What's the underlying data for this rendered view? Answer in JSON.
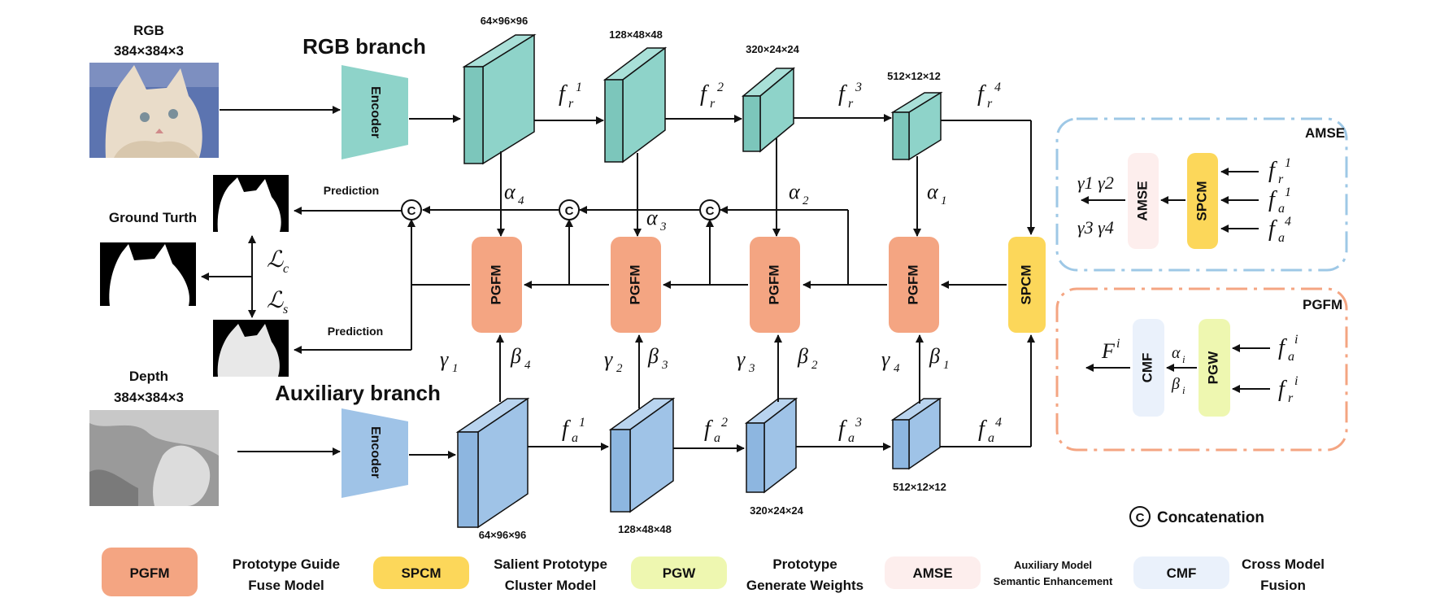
{
  "rgb": {
    "title": "RGB",
    "size": "384×384×3",
    "branch": "RGB branch"
  },
  "depth": {
    "title": "Depth",
    "size": "384×384×3",
    "branch": "Auxiliary branch"
  },
  "encoder": "Encoder",
  "ground_truth": "Ground Turth",
  "prediction": "Prediction",
  "loss_c": "c",
  "loss_s": "s",
  "rgb_dims": [
    "64×96×96",
    "128×48×48",
    "320×24×24",
    "512×12×12"
  ],
  "aux_dims": [
    "64×96×96",
    "128×48×48",
    "320×24×24",
    "512×12×12"
  ],
  "fr_sup": [
    "1",
    "2",
    "3",
    "4"
  ],
  "fa_sup": [
    "1",
    "2",
    "3",
    "4"
  ],
  "alpha_sub": [
    "4",
    "3",
    "2",
    "1"
  ],
  "gamma_sub": [
    "1",
    "2",
    "3",
    "4"
  ],
  "beta_sub": [
    "4",
    "3",
    "2",
    "1"
  ],
  "module_pgfm": "PGFM",
  "module_spcm": "SPCM",
  "module_amse": "AMSE",
  "module_pgw": "PGW",
  "module_cmf": "CMF",
  "concat_symbol": "C",
  "inset_amse": {
    "title": "AMSE",
    "inputs": [
      {
        "base": "f",
        "sub": "r",
        "sup": "1"
      },
      {
        "base": "f",
        "sub": "a",
        "sup": "1"
      },
      {
        "base": "f",
        "sub": "a",
        "sup": "4"
      }
    ],
    "out1": "γ1 γ2",
    "out2": "γ3 γ4"
  },
  "inset_pgfm": {
    "title": "PGFM",
    "inputs": [
      {
        "base": "f",
        "sub": "a",
        "sup": "i"
      },
      {
        "base": "f",
        "sub": "r",
        "sup": "i"
      }
    ],
    "out": "F",
    "out_sup": "i",
    "alpha": "α",
    "beta": "β",
    "ab_sub": "i"
  },
  "legend": {
    "concatenation": "Concatenation",
    "items": [
      {
        "key": "PGFM",
        "line1": "Prototype Guide",
        "line2": "Fuse Model"
      },
      {
        "key": "SPCM",
        "line1": "Salient Prototype",
        "line2": "Cluster Model"
      },
      {
        "key": "PGW",
        "line1": "Prototype",
        "line2": "Generate Weights"
      },
      {
        "key": "AMSE",
        "line1": "Auxiliary Model",
        "line2": "Semantic Enhancement"
      },
      {
        "key": "CMF",
        "line1": "Cross Model",
        "line2": "Fusion"
      }
    ]
  },
  "colors": {
    "teal": "#8ed3c9",
    "blue": "#9fc3e7",
    "pgfm": "#f4a582",
    "spcm": "#fcd75a",
    "pgw": "#eef7b0",
    "amse": "#fdeeed",
    "cmf": "#eaf1fb",
    "amse_border": "#9ec8e6",
    "pgfm_border": "#f4a582"
  }
}
